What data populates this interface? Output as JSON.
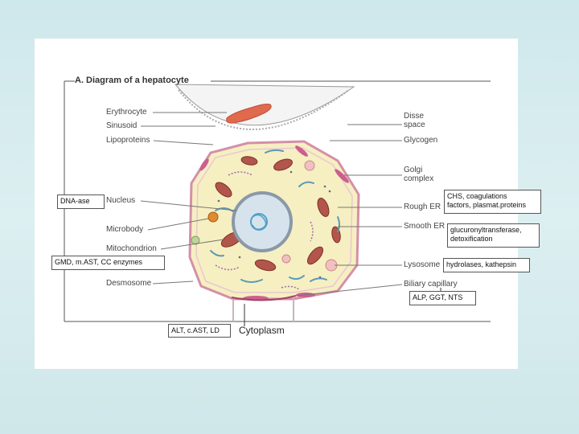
{
  "title": "A. Diagram of a hepatocyte",
  "left_labels": {
    "erythrocyte": "Erythrocyte",
    "sinusoid": "Sinusoid",
    "lipoproteins": "Lipoproteins",
    "nucleus": "Nucleus",
    "microbody": "Microbody",
    "mitochondrion": "Mitochondrion",
    "desmosome": "Desmosome"
  },
  "right_labels": {
    "disse_line1": "Disse",
    "disse_line2": "space",
    "glycogen": "Glycogen",
    "golgi_line1": "Golgi",
    "golgi_line2": "complex",
    "rough_er": "Rough ER",
    "smooth_er": "Smooth ER",
    "lysosome": "Lysosome",
    "biliary": "Biliary capillary"
  },
  "annotations": {
    "dna_ase": "DNA-ase",
    "chs_line1": "CHS, coagulations",
    "chs_line2": "factors, plasmat.proteins",
    "glucuronyl_line1": "glucuronyltransferase,",
    "glucuronyl_line2": "detoxification",
    "gmd": "GMD, m.AST, CC enzymes",
    "hydrolases": "hydrolases, kathepsin",
    "alp": "ALP, GGT, NTS",
    "alt": "ALT, c.AST, LD",
    "cytoplasm": "Cytoplasm"
  }
}
